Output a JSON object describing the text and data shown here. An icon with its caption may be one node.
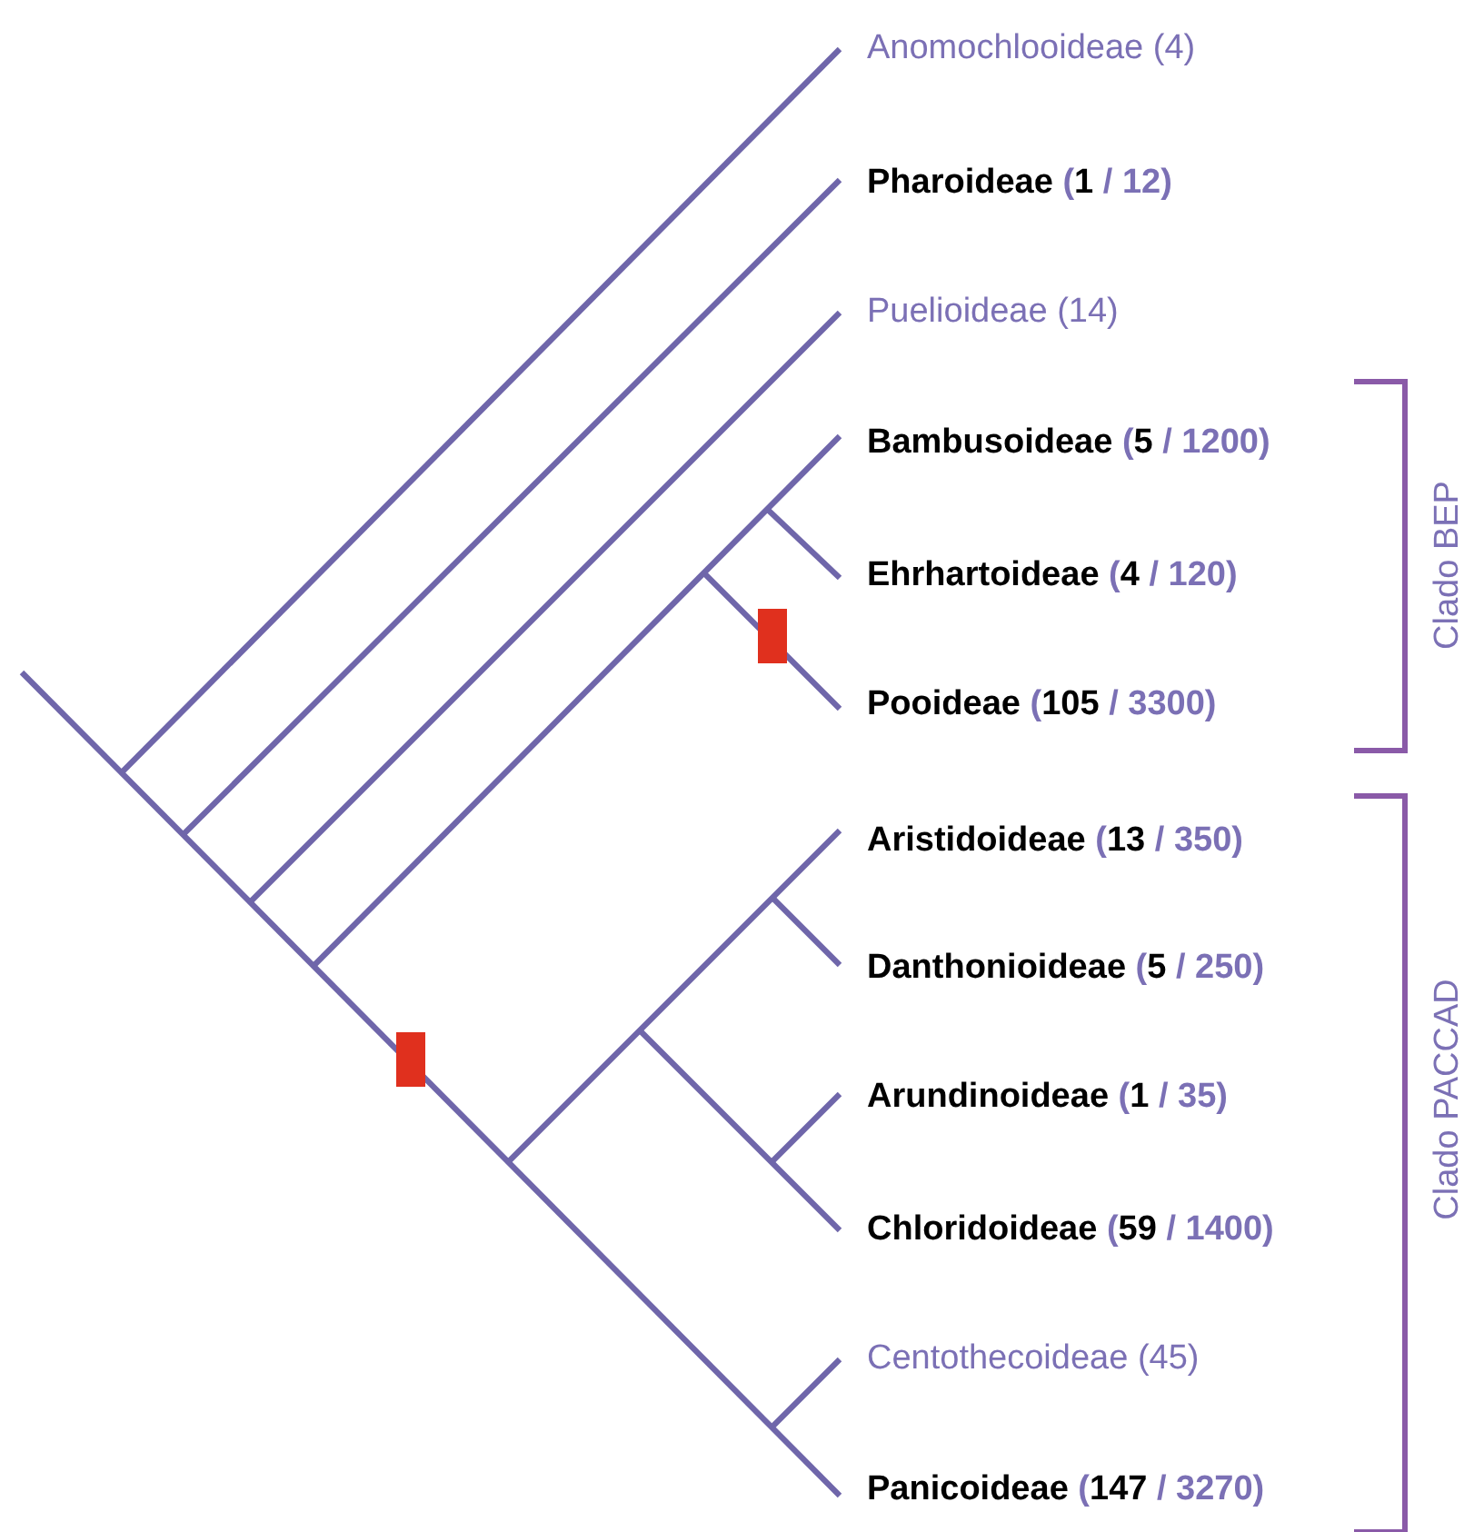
{
  "diagram": {
    "nodes": [
      {
        "text": [
          "Anomochlooideae (4)"
        ]
      },
      {
        "text": [
          "Pharoideae (1 / 12)"
        ]
      },
      {
        "text": [
          "Puelioideae (14)"
        ]
      },
      {
        "text": [
          "Bambusoideae (5 / 1200)"
        ]
      },
      {
        "text": [
          "Ehrhartoideae (4 / 120)"
        ]
      },
      {
        "text": [
          "Pooideae (105 / 3300)"
        ]
      },
      {
        "text": [
          "Aristidoideae (13 / 350)"
        ]
      },
      {
        "text": [
          "Danthonioideae (5 / 250)"
        ]
      },
      {
        "text": [
          "Arundinoideae (1 / 35)"
        ]
      },
      {
        "text": [
          "Chloridoideae (59 / 1400)"
        ]
      },
      {
        "text": [
          "Centothecoideae (45)"
        ]
      },
      {
        "text": [
          "Panicoideae (147 / 3270)"
        ]
      }
    ],
    "labels": [
      "Clado BEP",
      "Clado PACCAD"
    ]
  }
}
